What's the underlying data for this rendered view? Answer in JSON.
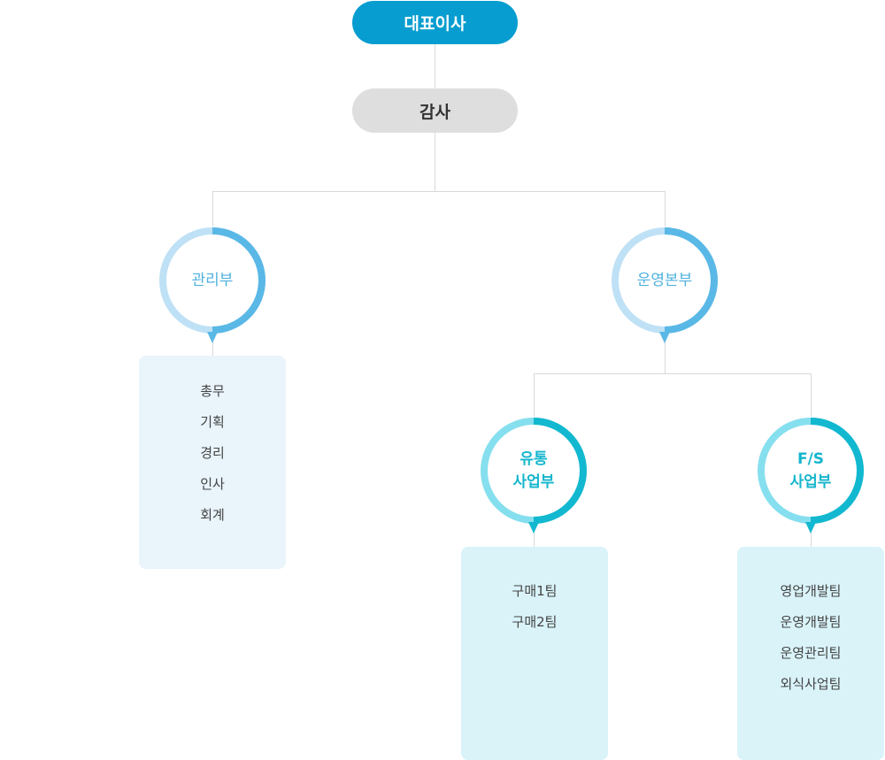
{
  "ceo": {
    "label": "대표이사"
  },
  "audit": {
    "label": "감사"
  },
  "colors": {
    "ceo": "#079dd0",
    "audit": "#dedede",
    "blue_ring_light": "#bfe1f6",
    "blue_ring_dark": "#5ab8e6",
    "cyan_ring_light": "#86dfee",
    "cyan_ring_dark": "#12b8cf",
    "connector": "#d6d9dc"
  },
  "departments": {
    "admin": {
      "name": "관리부",
      "teams": [
        "총무",
        "기획",
        "경리",
        "인사",
        "회계"
      ]
    },
    "operations": {
      "name": "운영본부",
      "divisions": {
        "distribution": {
          "name_line1": "유통",
          "name_line2": "사업부",
          "teams": [
            "구매1팀",
            "구매2팀"
          ]
        },
        "fs": {
          "name_line1": "F/S",
          "name_line2": "사업부",
          "teams": [
            "영업개발팀",
            "운영개발팀",
            "운영관리팀",
            "외식사업팀"
          ]
        }
      }
    }
  }
}
